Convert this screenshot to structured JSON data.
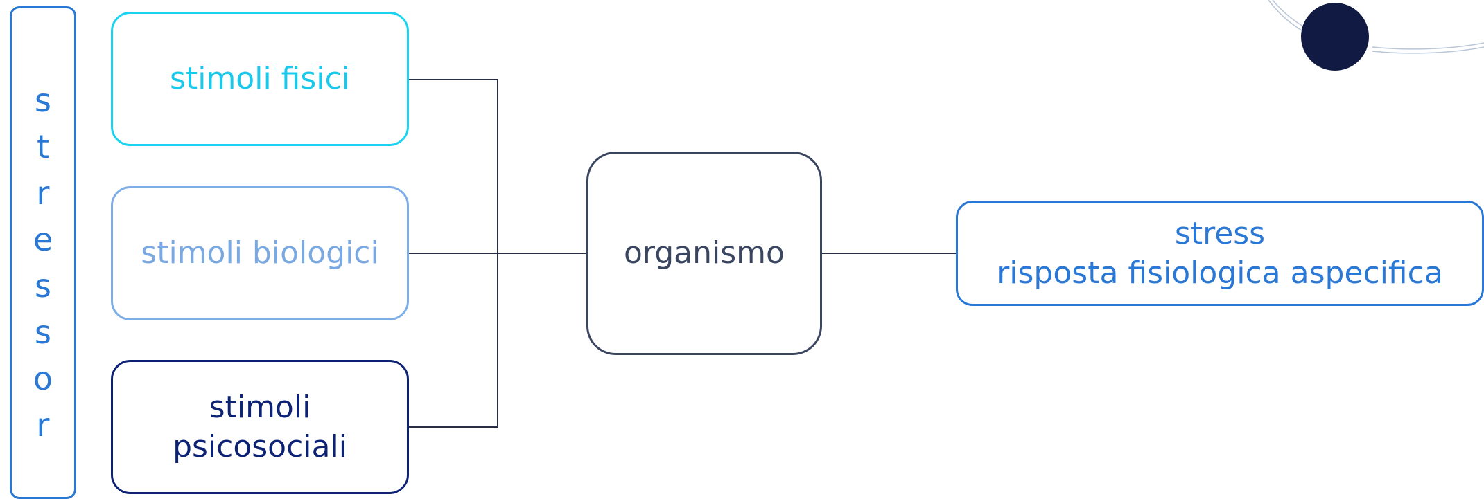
{
  "stressor_label": [
    "s",
    "t",
    "r",
    "e",
    "s",
    "s",
    "o",
    "r"
  ],
  "stimuli": {
    "fisici": "stimoli fisici",
    "biologici": "stimoli biologici",
    "psicosociali_line1": "stimoli",
    "psicosociali_line2": "psicosociali"
  },
  "organismo": "organismo",
  "result": {
    "line1": "stress",
    "line2": "risposta fisiologica aspecifica"
  },
  "colors": {
    "fisici": "#19d3ef",
    "biologici": "#7eaee8",
    "psicosociali": "#0d2273",
    "organismo": "#3a4560",
    "stress": "#2a78d6",
    "decor_circle": "#101a42"
  },
  "icons": [
    "decorative-orbit-icon"
  ]
}
